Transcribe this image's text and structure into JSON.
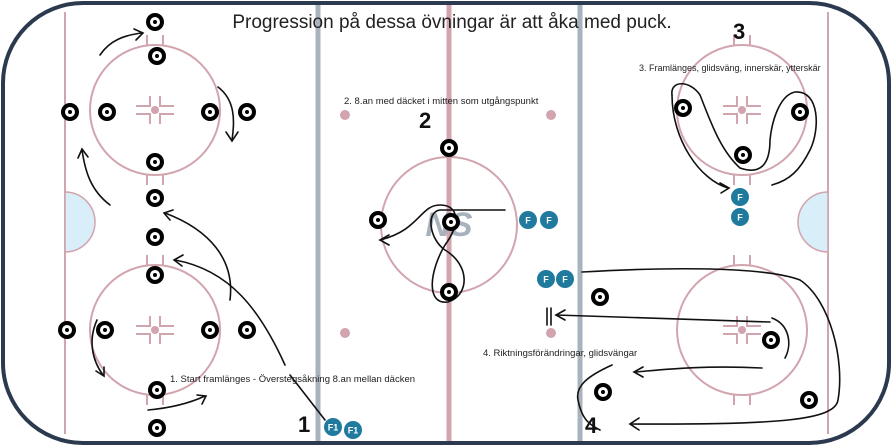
{
  "title": "Progression på dessa övningar är att åka med puck.",
  "drills": [
    {
      "number": "1",
      "description": "1. Start framlänges - Överstegsåkning 8.an mellan däcken"
    },
    {
      "number": "2",
      "description": "2. 8.an med däcket i mitten som utgångspunkt"
    },
    {
      "number": "3",
      "description": "3. Framlänges, glidsväng, innerskär, ytterskär"
    },
    {
      "number": "4",
      "description": "4. Riktningsförändringar, glidsvängar"
    }
  ],
  "players": {
    "drill1": [
      "F1",
      "F1"
    ],
    "drill2": [
      "F",
      "F"
    ],
    "drill3": [
      "F",
      "F"
    ],
    "drill4": [
      "F",
      "F"
    ]
  },
  "colors": {
    "border": "#2b3a4e",
    "red_line": "#d2a4ad",
    "blue_line": "#a9b3bd",
    "crease": "#d8eef8",
    "player": "#1f7a9e"
  }
}
